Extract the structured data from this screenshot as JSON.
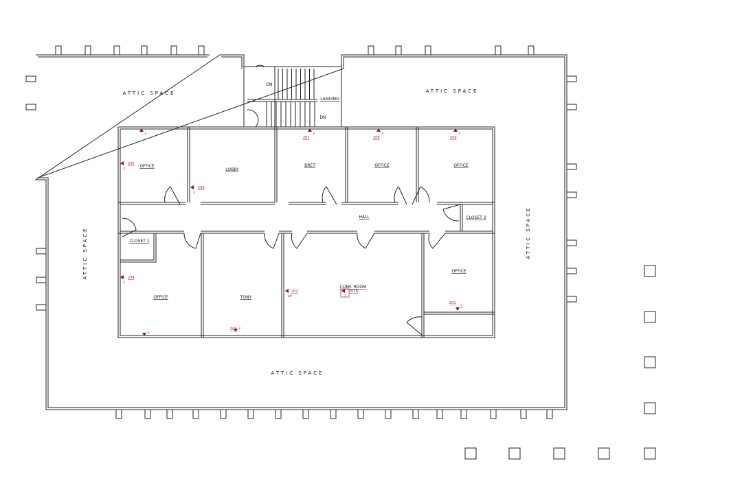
{
  "plan": {
    "attic_labels": [
      "ATTIC SPACE",
      "ATTIC SPACE",
      "ATTIC SPACE",
      "ATTIC SPACE",
      "ATTIC SPACE"
    ],
    "rooms": {
      "office_tl": "OFFICE",
      "lobby": "LOBBY",
      "bret": "BRET",
      "office_t2": "OFFICE",
      "office_t3": "OFFICE",
      "hall": "HALL",
      "closet2": "CLOSET 2",
      "closet1": "CLOSET 1",
      "office_bl": "OFFICE",
      "tony": "TONY",
      "conf": "CONF. ROOM",
      "office_br": "OFFICE",
      "landing": "LANDING",
      "dn1": "DN",
      "dn2": "DN"
    },
    "markers": [
      {
        "id": "",
        "sub": "3"
      },
      {
        "id": "205",
        "sub": "3"
      },
      {
        "id": "206",
        "sub": "3"
      },
      {
        "id": "207",
        "sub": "3"
      },
      {
        "id": "208",
        "sub": "3"
      },
      {
        "id": "209",
        "sub": "3"
      },
      {
        "id": "204",
        "sub": "3"
      },
      {
        "id": "",
        "sub": "3"
      },
      {
        "id": "203",
        "sub": "3"
      },
      {
        "id": "202",
        "sub": "AP"
      },
      {
        "id": "202B",
        "sub": "3"
      },
      {
        "id": "201",
        "sub": "3"
      }
    ],
    "marker_color": "#8a1030"
  }
}
